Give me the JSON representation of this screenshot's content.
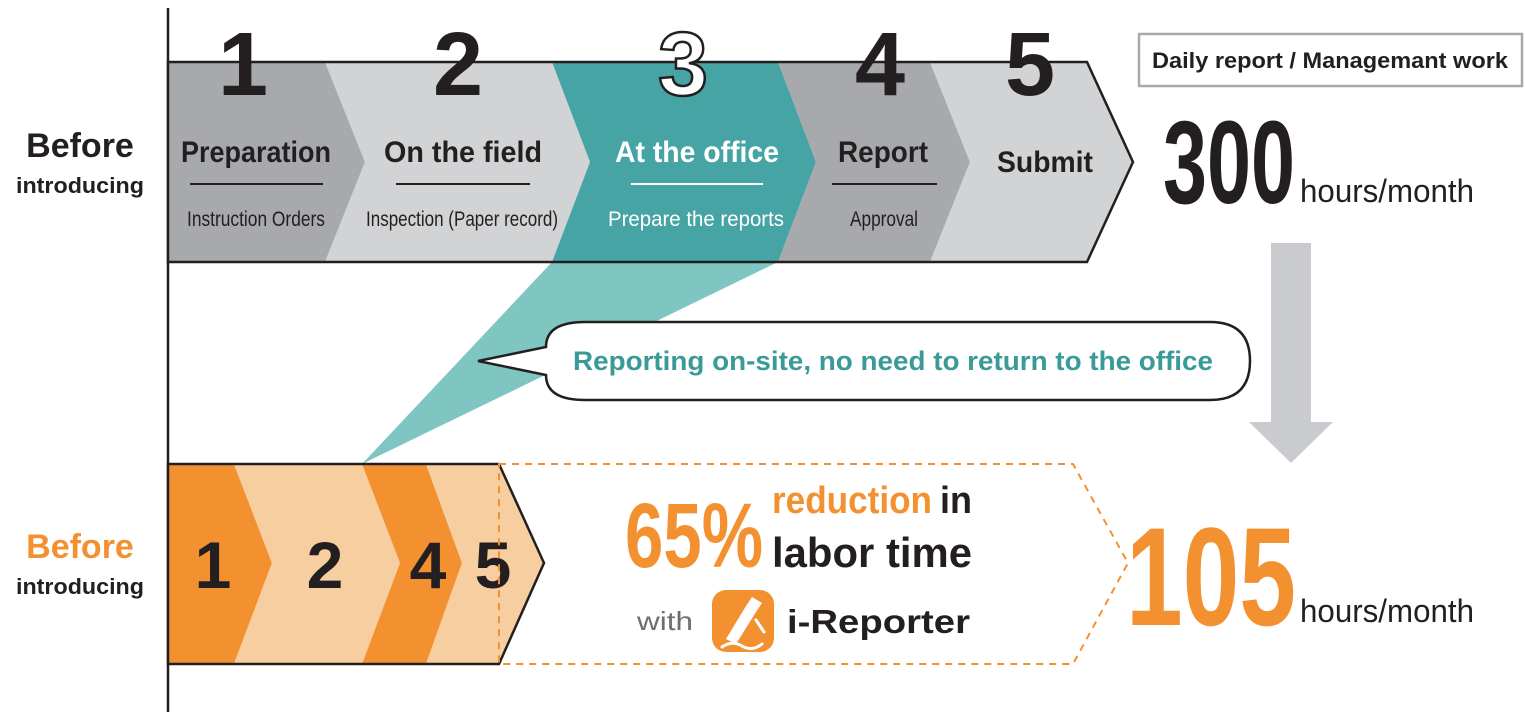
{
  "before": {
    "row_label_main": "Before",
    "row_label_sub": "introducing",
    "steps": [
      {
        "number": "1",
        "title": "Preparation",
        "subtitle": "Instruction Orders"
      },
      {
        "number": "2",
        "title": "On the field",
        "subtitle": "Inspection (Paper record)"
      },
      {
        "number": "3",
        "title": "At the office",
        "subtitle": "Prepare the reports"
      },
      {
        "number": "4",
        "title": "Report",
        "subtitle": "Approval"
      },
      {
        "number": "5",
        "title": "Submit",
        "subtitle": ""
      }
    ],
    "metric_box_label": "Daily report / Managemant work",
    "metric_value": "300",
    "metric_unit": "hours/month"
  },
  "callout": {
    "text": "Reporting on-site, no need to return to the office"
  },
  "after": {
    "row_label_main": "Before",
    "row_label_sub": "introducing",
    "steps": [
      "1",
      "2",
      "4",
      "5"
    ],
    "reduction_percent": "65%",
    "reduction_word": "reduction",
    "reduction_in": "in",
    "reduction_line2": "labor time",
    "with_label": "with",
    "product_name": "i-Reporter",
    "logo_icon": "pen-writing-icon",
    "metric_value": "105",
    "metric_unit": "hours/month"
  },
  "colors": {
    "dark_gray": "#a7a9ac",
    "light_gray": "#d1d3d4",
    "teal": "#46a4a4",
    "teal_light": "#7fc6c3",
    "callout_text": "#3a9a97",
    "orange": "#f39131",
    "peach": "#f7cea0",
    "text": "#231f20"
  }
}
